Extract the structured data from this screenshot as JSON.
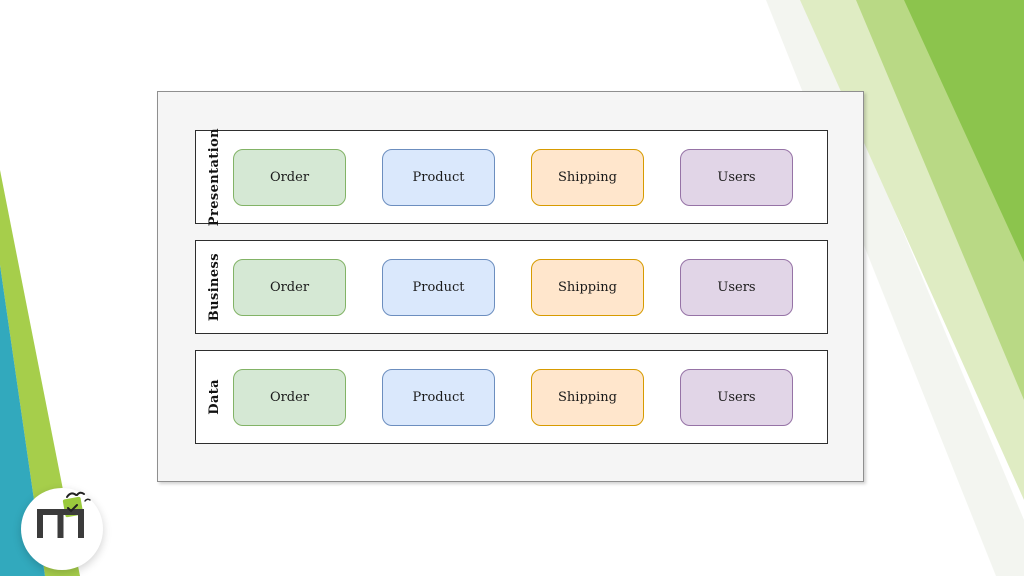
{
  "palette": {
    "teal_stripe": "#32a9bd",
    "left_green_stripe": "#a6ce4b",
    "right_green_dark": "#8cc44d",
    "right_green_mid": "#b9d985",
    "right_green_pale": "#dfecc3",
    "right_offwhite_wedge": "#f0f2ec",
    "panel_bg": "#f5f5f5",
    "panel_border": "#8f8f8f",
    "row_border": "#2e2e2e",
    "logo_letter": "#3b3b3b",
    "logo_green": "#9aca3c"
  },
  "diagram": {
    "layers": [
      {
        "label": "Presentation",
        "boxes": [
          {
            "label": "Order",
            "fill": "#d5e8d4",
            "stroke": "#82b366"
          },
          {
            "label": "Product",
            "fill": "#dae8fc",
            "stroke": "#6c8ebf"
          },
          {
            "label": "Shipping",
            "fill": "#ffe6cc",
            "stroke": "#d79b00"
          },
          {
            "label": "Users",
            "fill": "#e1d5e7",
            "stroke": "#9673a6"
          }
        ]
      },
      {
        "label": "Business",
        "boxes": [
          {
            "label": "Order",
            "fill": "#d5e8d4",
            "stroke": "#82b366"
          },
          {
            "label": "Product",
            "fill": "#dae8fc",
            "stroke": "#6c8ebf"
          },
          {
            "label": "Shipping",
            "fill": "#ffe6cc",
            "stroke": "#d79b00"
          },
          {
            "label": "Users",
            "fill": "#e1d5e7",
            "stroke": "#9673a6"
          }
        ]
      },
      {
        "label": "Data",
        "boxes": [
          {
            "label": "Order",
            "fill": "#d5e8d4",
            "stroke": "#82b366"
          },
          {
            "label": "Product",
            "fill": "#dae8fc",
            "stroke": "#6c8ebf"
          },
          {
            "label": "Shipping",
            "fill": "#ffe6cc",
            "stroke": "#d79b00"
          },
          {
            "label": "Users",
            "fill": "#e1d5e7",
            "stroke": "#9673a6"
          }
        ]
      }
    ]
  }
}
